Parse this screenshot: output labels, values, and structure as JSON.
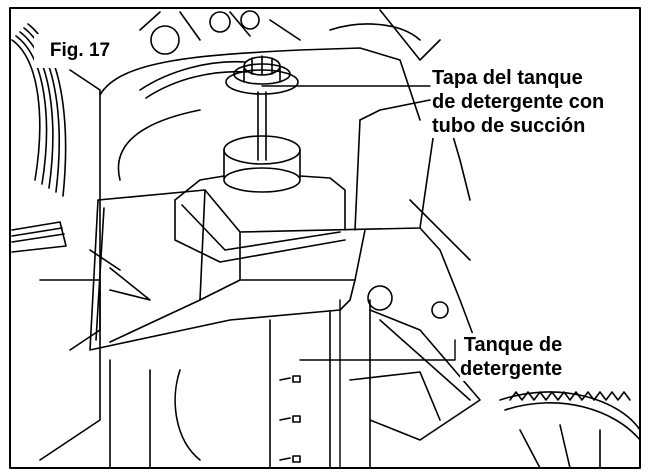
{
  "figure": {
    "label": "Fig. 17"
  },
  "callouts": [
    {
      "lines": [
        "Tapa del tanque",
        "de detergente con",
        "tubo de succión"
      ]
    },
    {
      "lines": [
        "Tanque de",
        "detergente"
      ]
    }
  ],
  "colors": {
    "line": "#000000",
    "background": "#ffffff"
  }
}
